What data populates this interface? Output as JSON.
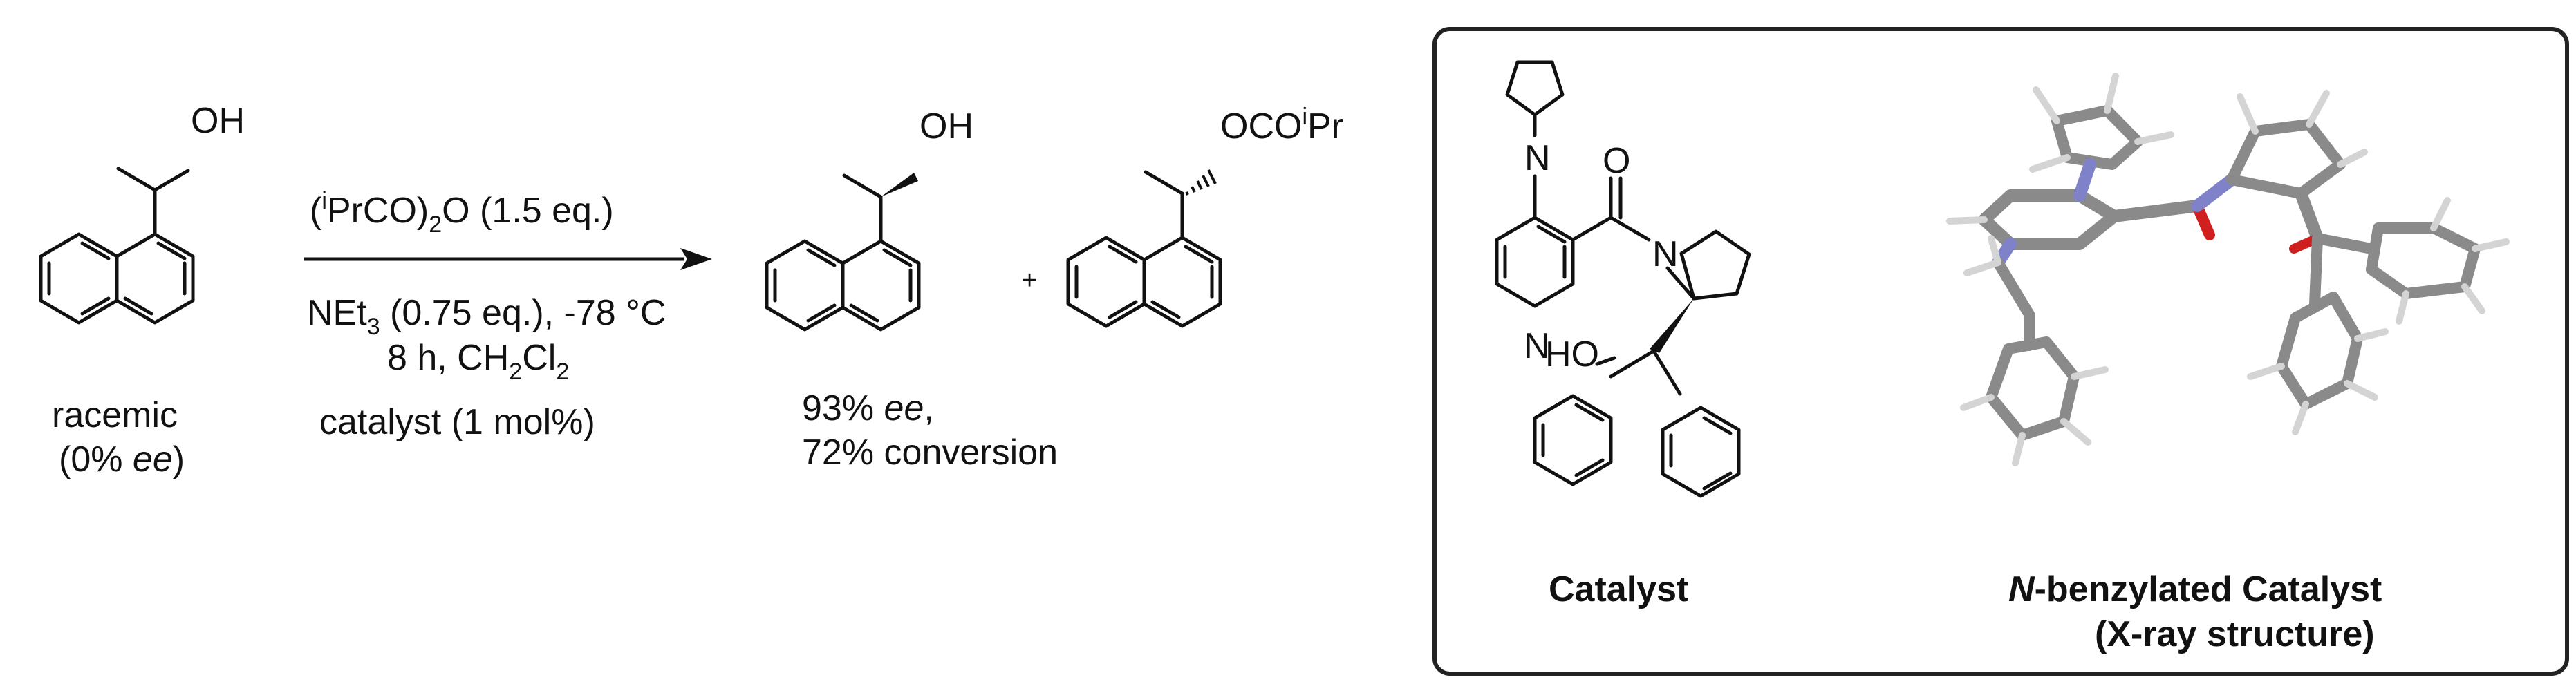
{
  "reactant": {
    "group": "OH",
    "label_line1": "racemic",
    "label_line2_pre": "(0% ",
    "label_line2_ee": "ee",
    "label_line2_post": ")"
  },
  "conditions": {
    "reagent_pre": "(",
    "reagent_sup": "i",
    "reagent_main": "PrCO)",
    "reagent_sub": "2",
    "reagent_post": "O  (1.5 eq.)",
    "base_main": "NEt",
    "base_sub": "3",
    "base_post": " (0.75 eq.), -78 °C",
    "time_pre": "8 h, CH",
    "time_sub1": "2",
    "time_mid": "Cl",
    "time_sub2": "2",
    "catalyst": "catalyst (1 mol%)"
  },
  "products": {
    "alcohol_group": "OH",
    "plus": "+",
    "ester_pre": "OCO",
    "ester_sup": "i",
    "ester_post": "Pr",
    "ee_pre": "93% ",
    "ee_italic": "ee",
    "ee_post": ",",
    "conversion": "72% conversion"
  },
  "box": {
    "catalyst_O": "O",
    "catalyst_N_amide": "N",
    "catalyst_N_pyr": "N",
    "catalyst_N_pyrrolidine": "N",
    "catalyst_HO": "HO",
    "catalyst_caption": "Catalyst",
    "xray_caption_italic": "N",
    "xray_caption_rest": "-benzylated Catalyst",
    "xray_caption_line2": "(X-ray structure)"
  },
  "colors": {
    "ink": "#111111",
    "carbon": "#8a8a8a",
    "hydrogen": "#d4d4d4",
    "nitrogen": "#7f82c9",
    "oxygen": "#d01f1f",
    "frame": "#222222"
  }
}
